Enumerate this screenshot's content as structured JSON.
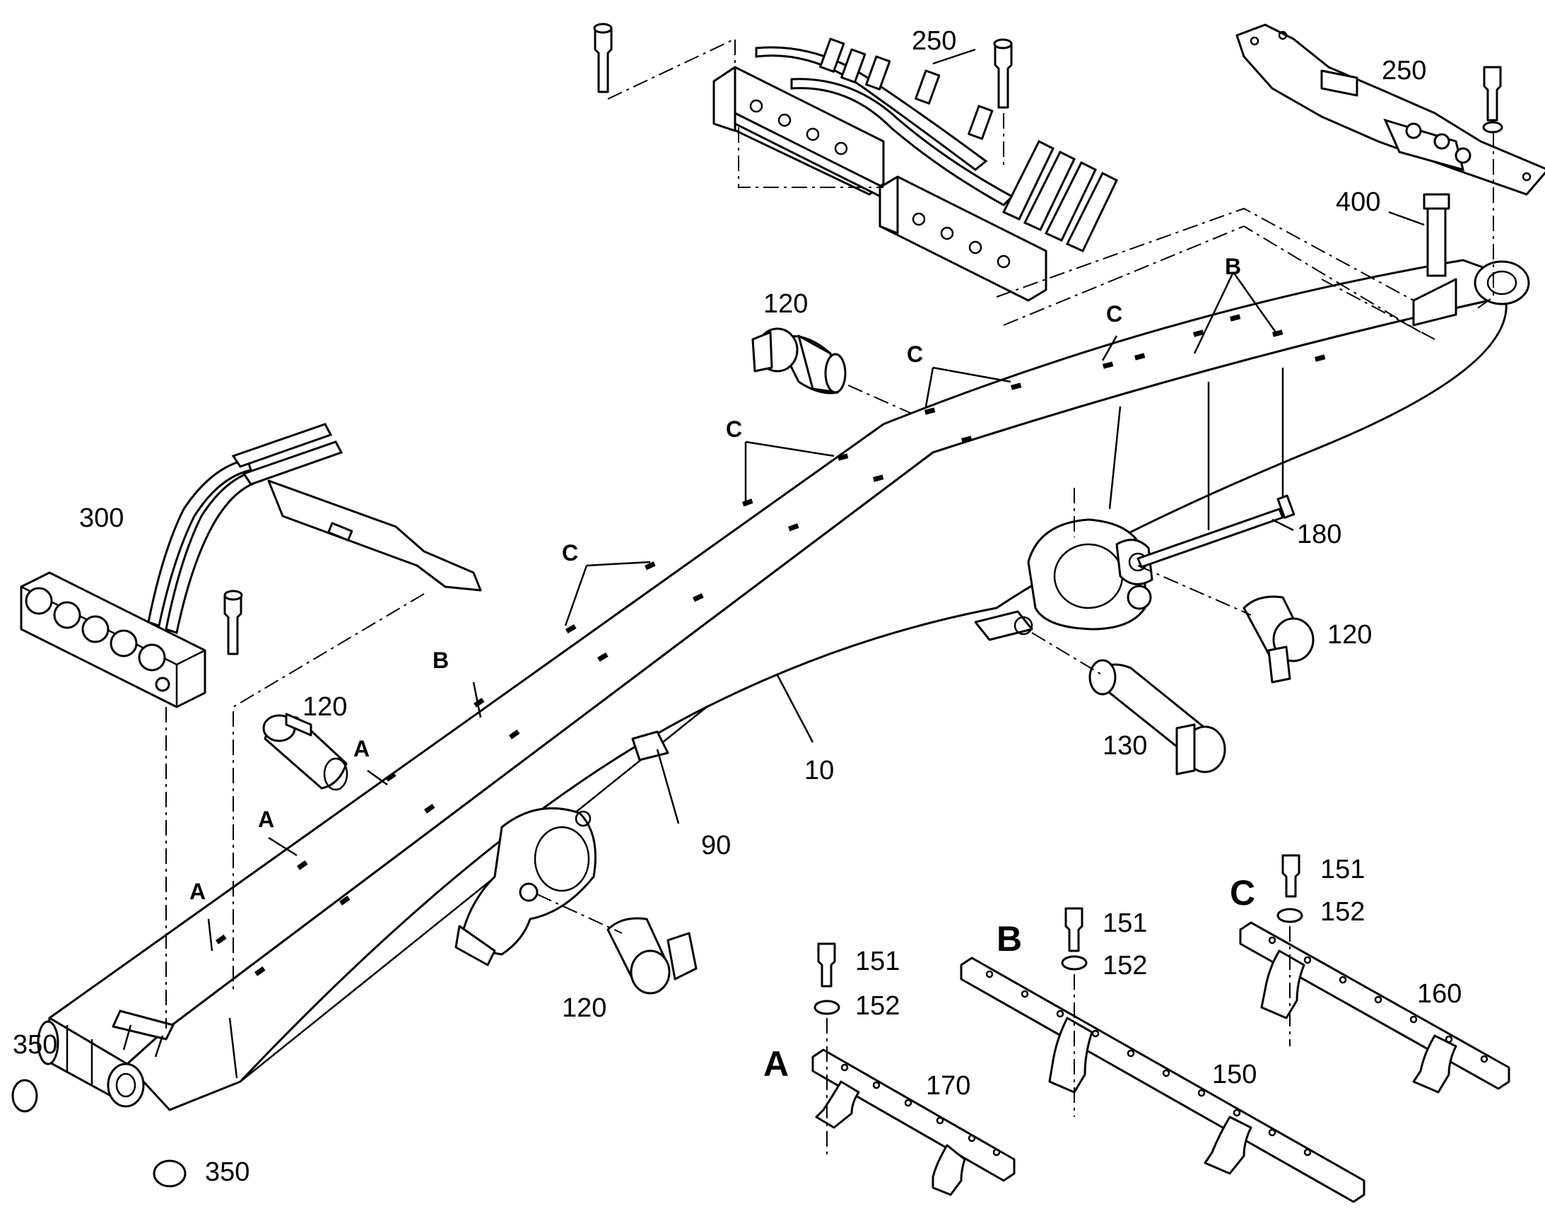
{
  "callouts": [
    {
      "id": "c250a",
      "text": "250"
    },
    {
      "id": "c250b",
      "text": "250"
    },
    {
      "id": "c400",
      "text": "400"
    },
    {
      "id": "c120a",
      "text": "120"
    },
    {
      "id": "c120b",
      "text": "120"
    },
    {
      "id": "c120c",
      "text": "120"
    },
    {
      "id": "c120d",
      "text": "120"
    },
    {
      "id": "c300",
      "text": "300"
    },
    {
      "id": "c180",
      "text": "180"
    },
    {
      "id": "c130",
      "text": "130"
    },
    {
      "id": "c10",
      "text": "10"
    },
    {
      "id": "c90",
      "text": "90"
    },
    {
      "id": "c350a",
      "text": "350"
    },
    {
      "id": "c350b",
      "text": "350"
    },
    {
      "id": "c151a",
      "text": "151"
    },
    {
      "id": "c152a",
      "text": "152"
    },
    {
      "id": "c151b",
      "text": "151"
    },
    {
      "id": "c152b",
      "text": "152"
    },
    {
      "id": "c151c",
      "text": "151"
    },
    {
      "id": "c152c",
      "text": "152"
    },
    {
      "id": "c170",
      "text": "170"
    },
    {
      "id": "c150",
      "text": "150"
    },
    {
      "id": "c160",
      "text": "160"
    }
  ],
  "boom_letters": [
    {
      "id": "lC1",
      "text": "C"
    },
    {
      "id": "lC2",
      "text": "C"
    },
    {
      "id": "lC3",
      "text": "C"
    },
    {
      "id": "lC4",
      "text": "C"
    },
    {
      "id": "lB1",
      "text": "B"
    },
    {
      "id": "lB2",
      "text": "B"
    },
    {
      "id": "lA1",
      "text": "A"
    },
    {
      "id": "lA2",
      "text": "A"
    },
    {
      "id": "lA3",
      "text": "A"
    }
  ],
  "detail_letters": [
    {
      "id": "dA",
      "text": "A"
    },
    {
      "id": "dB",
      "text": "B"
    },
    {
      "id": "dC",
      "text": "C"
    }
  ]
}
